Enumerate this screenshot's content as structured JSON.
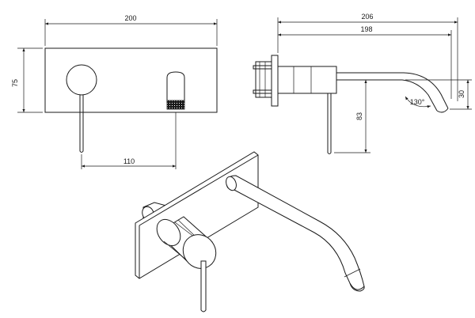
{
  "dimensions": {
    "front_width": "200",
    "front_height": "75",
    "handle_spacing": "110",
    "side_total_length": "206",
    "side_spout_length": "198",
    "side_handle_height": "83",
    "side_spout_drop": "30",
    "spout_angle": "130°"
  },
  "colors": {
    "line": "#1a1a1a",
    "background": "#ffffff"
  }
}
